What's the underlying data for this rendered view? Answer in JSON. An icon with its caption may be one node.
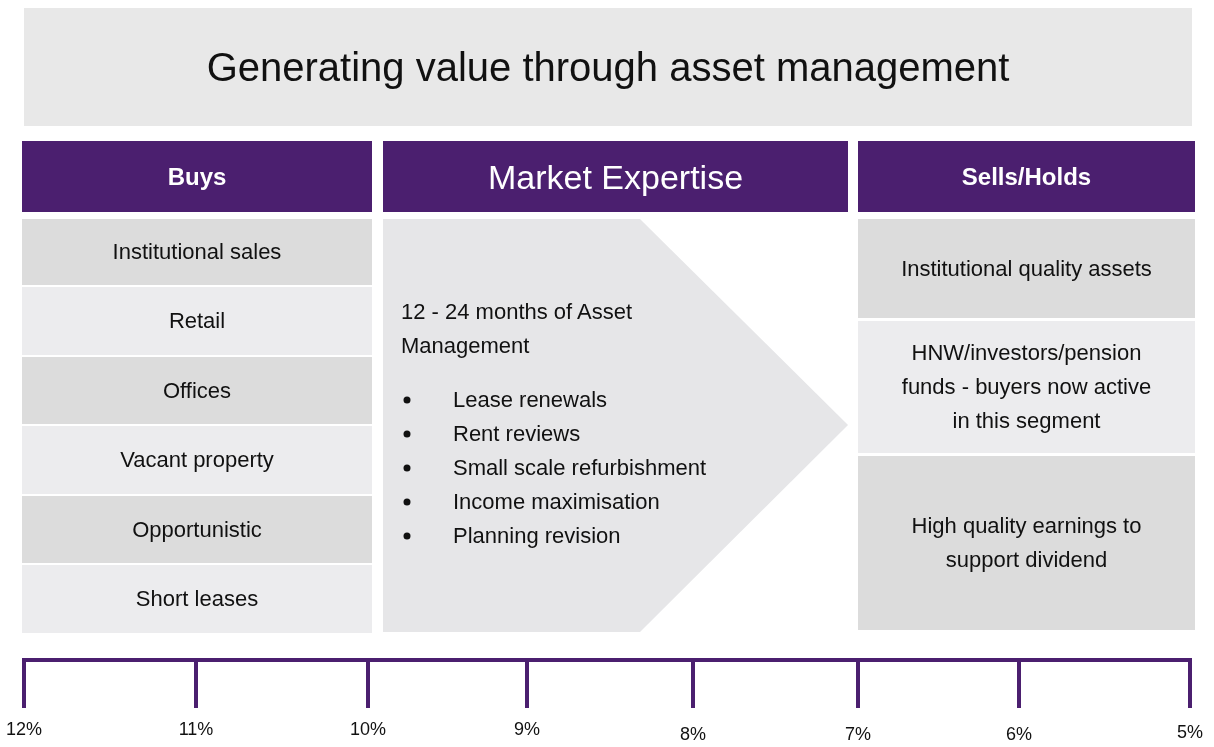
{
  "diagram": {
    "title": "Generating value through asset management",
    "nodes": [
      {
        "text": [
          "Buys"
        ]
      },
      {
        "text": [
          "Institutional sales"
        ]
      },
      {
        "text": [
          "Retail"
        ]
      },
      {
        "text": [
          "Offices"
        ]
      },
      {
        "text": [
          "Vacant property"
        ]
      },
      {
        "text": [
          "Opportunistic"
        ]
      },
      {
        "text": [
          "Short leases"
        ]
      },
      {
        "text": [
          "Market Expertise"
        ]
      },
      {
        "text": [
          "12 - 24 months of Asset Management",
          "Lease renewals",
          "Rent reviews",
          "Small scale refurbishment",
          "Income maximisation",
          "Planning revision"
        ]
      },
      {
        "text": [
          "Sells/Holds"
        ]
      },
      {
        "text": [
          "Institutional quality assets"
        ]
      },
      {
        "text": [
          "HNW/investors/pension funds - buyers now active in this segment"
        ]
      },
      {
        "text": [
          "High quality earnings to support dividend"
        ]
      }
    ],
    "edges": [],
    "labels": [
      "12%",
      "11%",
      "10%",
      "9%",
      "8%",
      "7%",
      "6%",
      "5%"
    ]
  }
}
